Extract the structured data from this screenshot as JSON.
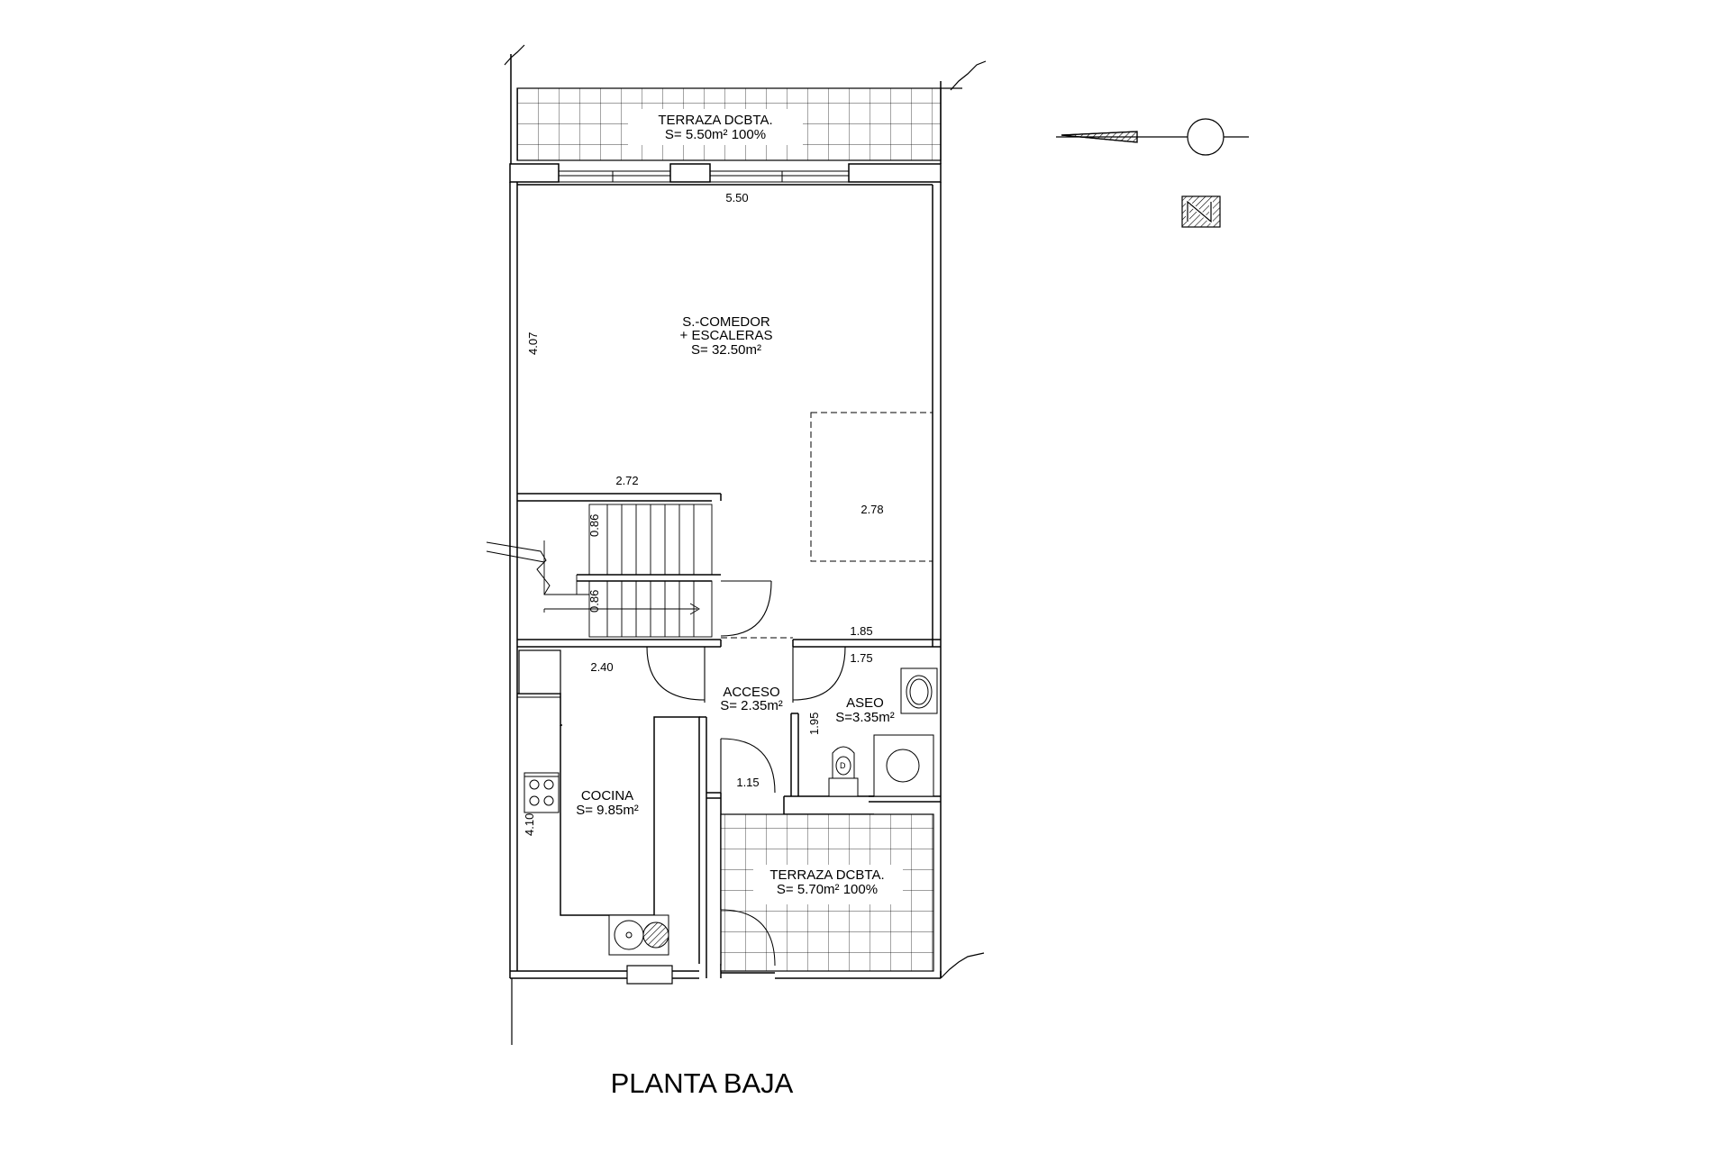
{
  "title": "PLANTA BAJA",
  "rooms": {
    "terraza_top": {
      "name": "TERRAZA DCBTA.",
      "area": "S= 5.50m² 100%"
    },
    "salon": {
      "name": "S.-COMEDOR",
      "name2": "+ ESCALERAS",
      "area": "S= 32.50m²"
    },
    "acceso": {
      "name": "ACCESO",
      "area": "S= 2.35m²"
    },
    "aseo": {
      "name": "ASEO",
      "area": "S=3.35m²"
    },
    "cocina": {
      "name": "COCINA",
      "area": "S= 9.85m²"
    },
    "terraza_bottom": {
      "name": "TERRAZA DCBTA.",
      "area": "S= 5.70m² 100%"
    }
  },
  "dimensions": {
    "top_width": "5.50",
    "salon_depth": "4.07",
    "stair_width": "2.72",
    "dashed_zone": "2.78",
    "stair_step_a": "0.86",
    "stair_step_b": "0.86",
    "hall_width_a": "1.85",
    "hall_width_b": "1.75",
    "kitchen_width": "2.40",
    "kitchen_depth": "4.10",
    "aseo_depth": "1.95",
    "passage_width": "1.15"
  },
  "symbols": {
    "north_arrow_icon": "north-arrow",
    "north_mark_icon": "north-hatched-N"
  }
}
